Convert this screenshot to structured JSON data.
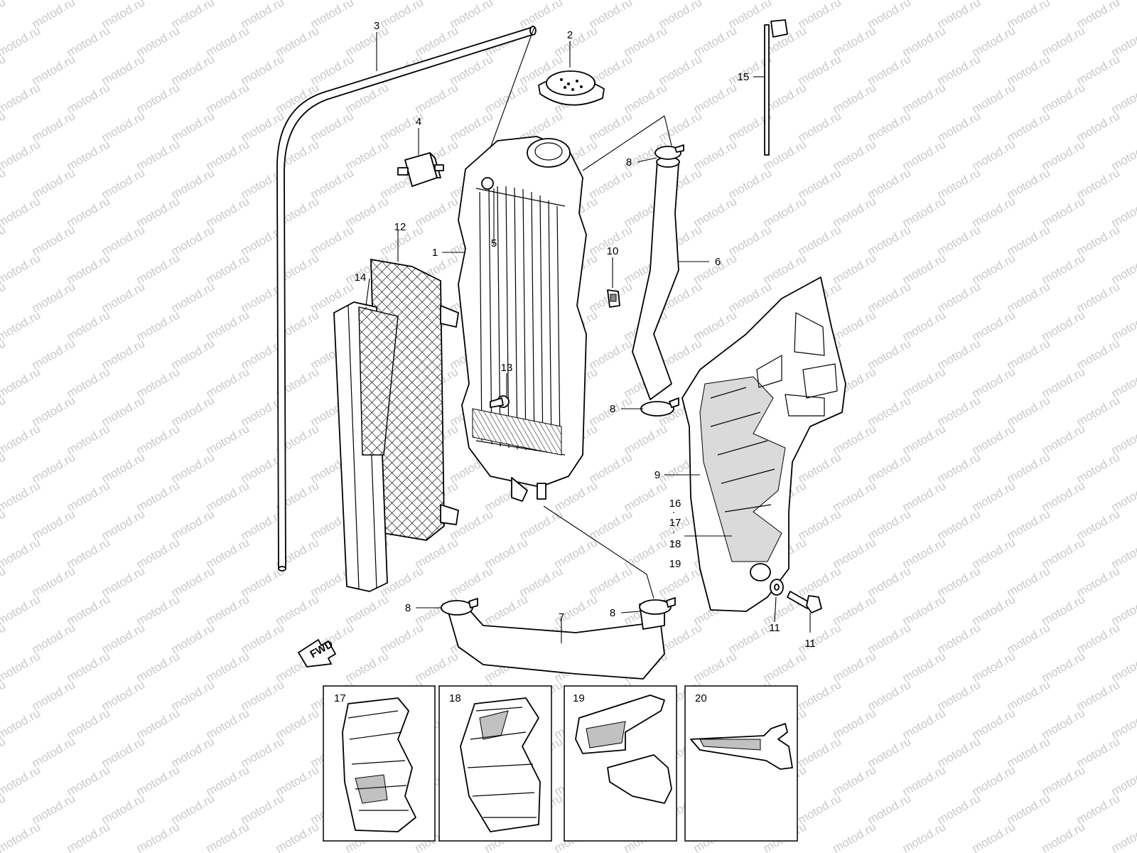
{
  "watermark": "motod.ru",
  "fwd_label": "FWD",
  "callouts": [
    "1",
    "2",
    "3",
    "4",
    "5",
    "6",
    "7",
    "8",
    "8",
    "8",
    "8",
    "9",
    "10",
    "11",
    "12",
    "13",
    "14",
    "15",
    "16",
    "17",
    "18",
    "19",
    "20"
  ],
  "insets": [
    {
      "label": "17"
    },
    {
      "label": "18"
    },
    {
      "label": "19"
    },
    {
      "label": "20"
    }
  ]
}
